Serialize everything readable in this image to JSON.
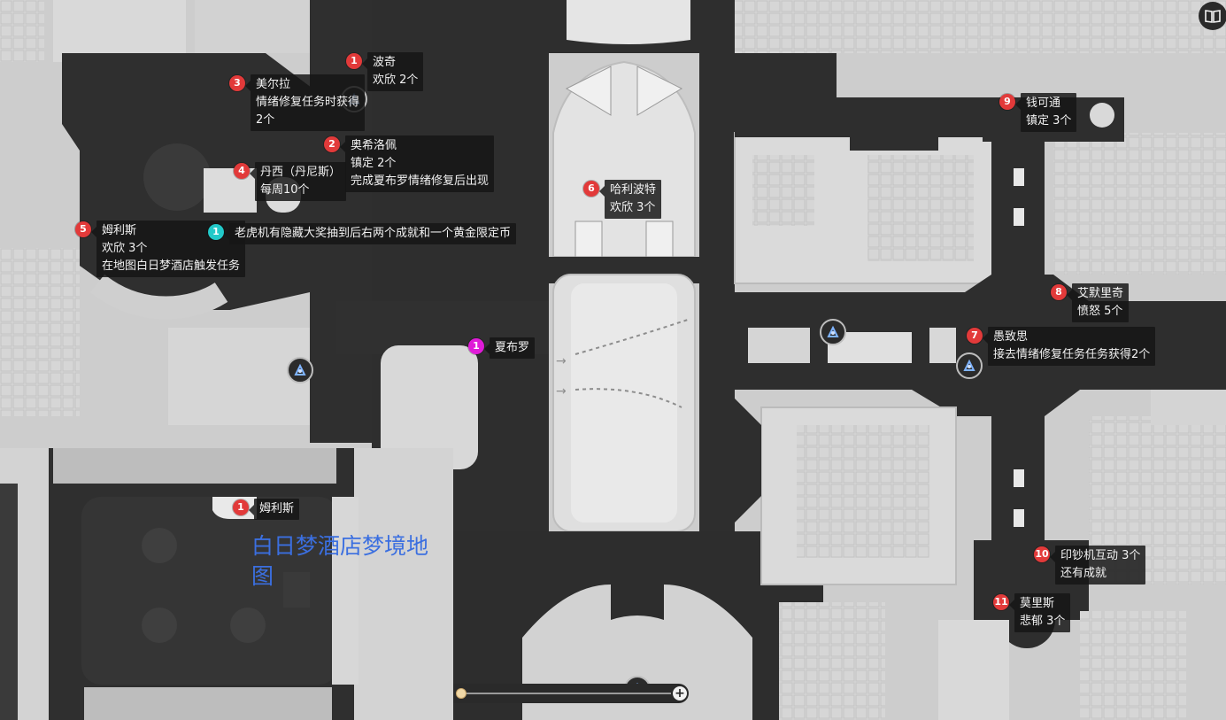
{
  "colors": {
    "road": "#2e2e2e",
    "road_light": "#3d3d3d",
    "building": "#dcdcdc",
    "building_dark": "#bebebe",
    "plaza": "#e7e7e7",
    "pin_red": "#e23a3a",
    "pin_cyan": "#22c9c9",
    "pin_magenta": "#e01bd8",
    "inset_title": "#3b6fe0"
  },
  "markers": {
    "bochi": {
      "num": "1",
      "lines": [
        "波奇",
        "欢欣 2个"
      ]
    },
    "meierla": {
      "num": "3",
      "lines": [
        "美尔拉",
        "情绪修复任务时获得",
        "2个"
      ]
    },
    "aoxiluopei": {
      "num": "2",
      "lines": [
        "奥希洛佩",
        "镇定 2个",
        "完成夏布罗情绪修复后出现"
      ]
    },
    "danxi": {
      "num": "4",
      "lines": [
        "丹西（丹尼斯）",
        "每周10个"
      ]
    },
    "mulisi": {
      "num": "5",
      "lines": [
        "姆利斯",
        "欢欣 3个",
        "在地图白日梦酒店触发任务"
      ]
    },
    "slot_machine": {
      "num": "1",
      "lines": [
        "老虎机有隐藏大奖抽到后右两个成就和一个黄金限定币"
      ]
    },
    "xiabuluo": {
      "num": "1",
      "lines": [
        "夏布罗"
      ]
    },
    "halibote": {
      "num": "6",
      "lines": [
        "哈利波特",
        "欢欣 3个"
      ]
    },
    "qiankeTong": {
      "num": "9",
      "lines": [
        "钱可通",
        "镇定 3个"
      ]
    },
    "aimoliqi": {
      "num": "8",
      "lines": [
        "艾默里奇",
        "愤怒 5个"
      ]
    },
    "yuzhisi": {
      "num": "7",
      "lines": [
        "愚致思",
        "接去情绪修复任务任务获得2个"
      ]
    },
    "yinchaoji": {
      "num": "10",
      "lines": [
        "印钞机互动 3个",
        "还有成就"
      ]
    },
    "molisi": {
      "num": "11",
      "lines": [
        "莫里斯",
        "悲郁 3个"
      ]
    },
    "inset_mulisi": {
      "num": "1",
      "lines": [
        "姆利斯"
      ]
    }
  },
  "inset": {
    "title": "白日梦酒店梦境地图"
  },
  "icons": {
    "teleport": "teleport-anchor-icon",
    "book": "book-icon",
    "zoom_in": "zoom-plus-icon",
    "arrow": "arrow-right-icon"
  },
  "zoom": {
    "level": 0.02
  }
}
